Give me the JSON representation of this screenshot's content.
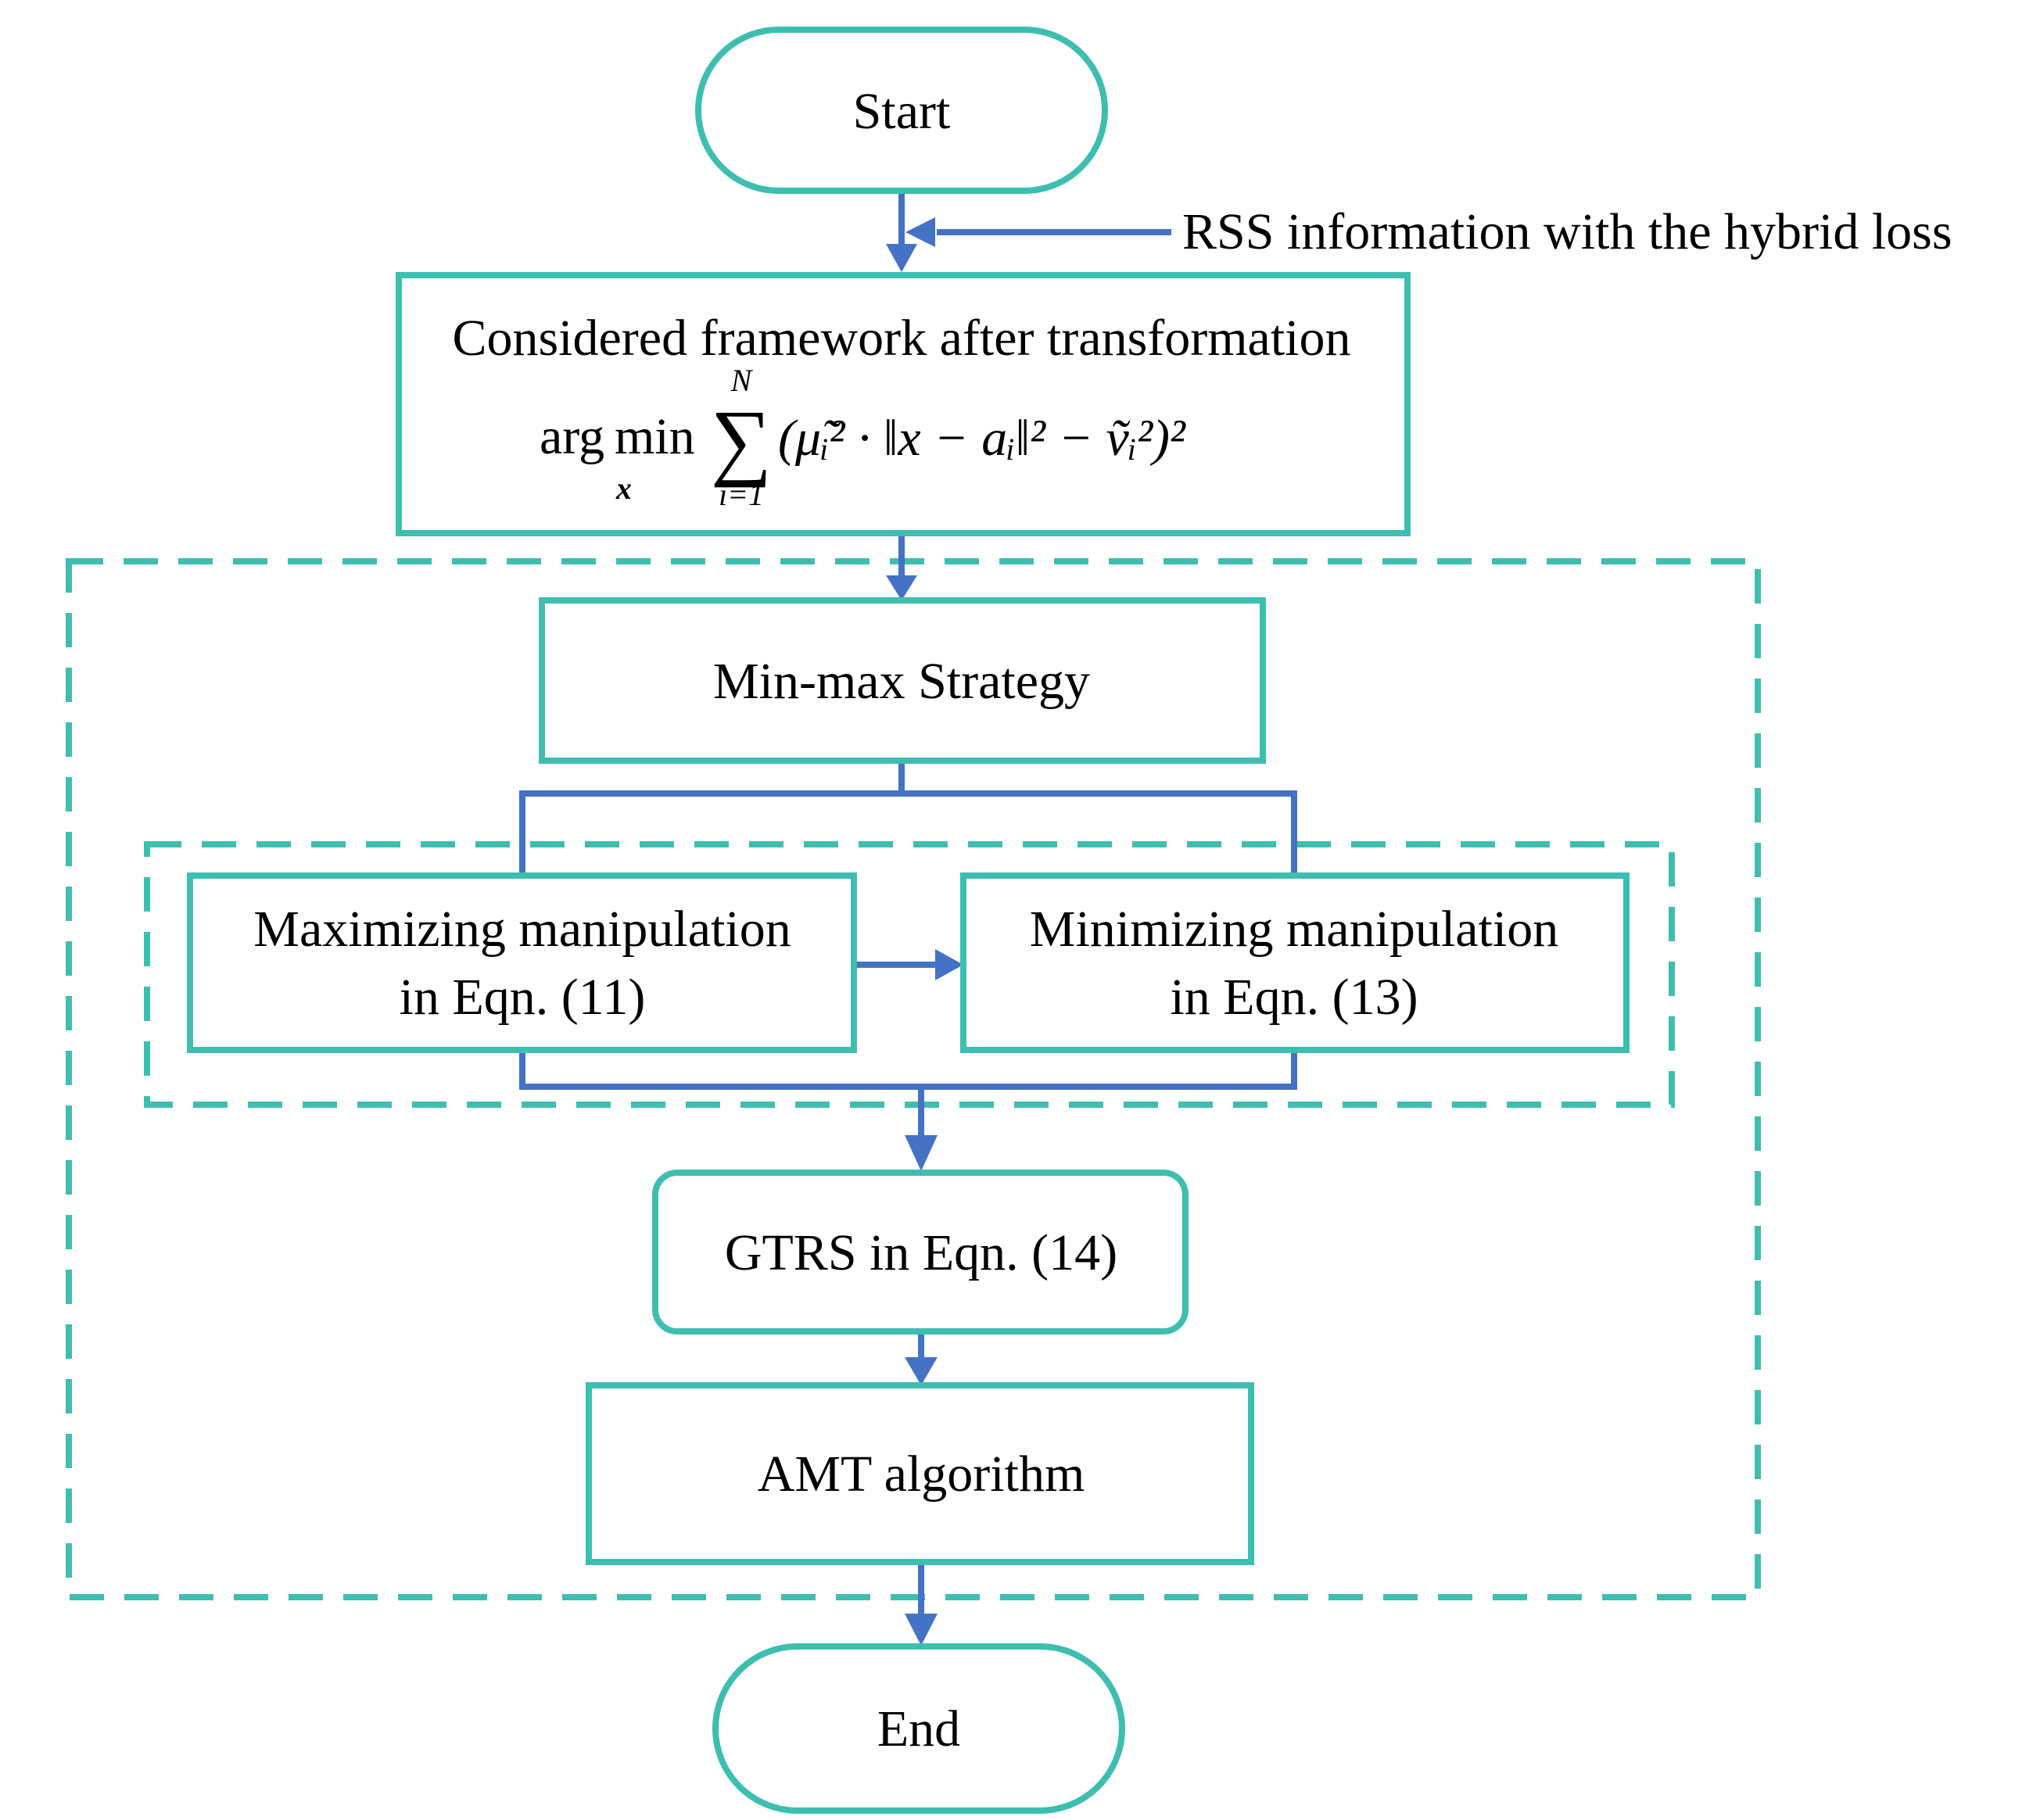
{
  "colors": {
    "box_border": "#3dbeb0",
    "arrow": "#4472c4",
    "text": "#000000"
  },
  "nodes": {
    "start": "Start",
    "input_note": "RSS information with the hybrid loss",
    "framework_title": "Considered framework after transformation",
    "minmax": "Min-max Strategy",
    "maximizing_line1": "Maximizing manipulation",
    "maximizing_line2": "in Eqn. (11)",
    "minimizing_line1": "Minimizing manipulation",
    "minimizing_line2": "in Eqn. (13)",
    "gtrs": "GTRS in Eqn. (14)",
    "amt": "AMT algorithm",
    "end": "End"
  },
  "formula": {
    "arg": "arg",
    "min": "min",
    "under": "x",
    "sum": "∑",
    "sum_upper": "N",
    "sum_lower": "i=1",
    "expression": "(μ̃ᵢ² · ‖x − aᵢ‖² − ṽᵢ²)²"
  }
}
